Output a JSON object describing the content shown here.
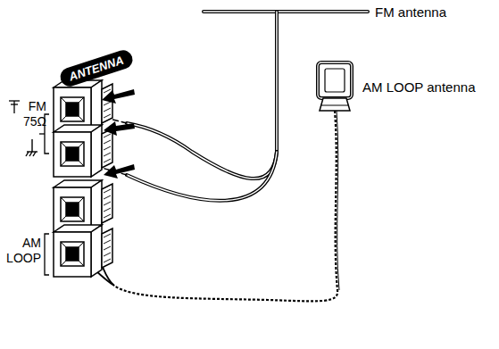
{
  "diagram": {
    "nodes": [
      {
        "text": [
          "ANTENNA"
        ]
      }
    ],
    "labels": [
      "FM antenna",
      "AM LOOP antenna",
      "FM 75Ω",
      "AM LOOP"
    ]
  }
}
